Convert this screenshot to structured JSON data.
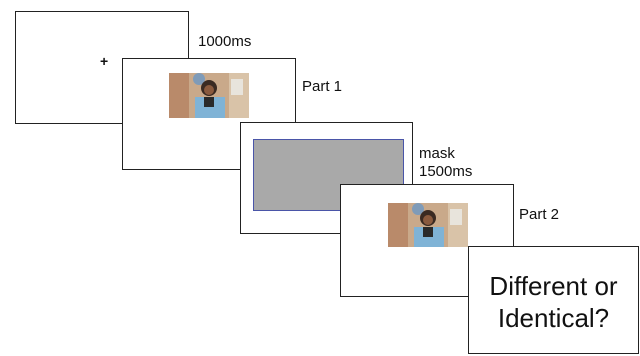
{
  "frames": {
    "fixation": {
      "symbol": "+",
      "duration_label": "1000ms"
    },
    "part1": {
      "label": "Part 1",
      "image": "child-holding-toy-photo"
    },
    "mask": {
      "label_line1": "mask",
      "label_line2": "1500ms"
    },
    "part2": {
      "label": "Part 2",
      "image": "child-holding-toy-photo"
    },
    "question": {
      "line1": "Different or",
      "line2": "Identical?"
    }
  },
  "colors": {
    "frame_border": "#222222",
    "mask_fill": "#a9a9a9",
    "mask_border": "#4a55a8"
  }
}
